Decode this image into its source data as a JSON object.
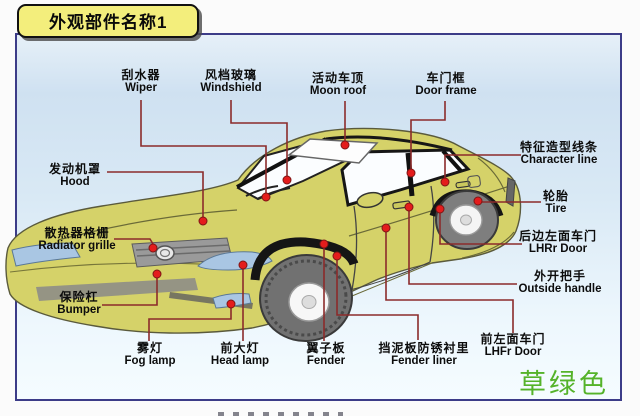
{
  "header": {
    "title": "外观部件名称1"
  },
  "note": {
    "text": "草绿色"
  },
  "colors": {
    "badge_bg": "#f3ee7c",
    "frame_border": "#3c3c88",
    "background_top": "#cfe1f1",
    "background_bottom": "#f5fcff",
    "car_body": "#d5d269",
    "glass_blue": "#a9c6e3",
    "leader_line": "#8b2b2b",
    "marker_dot": "#e41c1c",
    "note_green": "#55b32a"
  },
  "diagram": {
    "type": "labeled-parts-diagram",
    "subject": "sedan exterior",
    "labels": [
      {
        "zh": "刮水器",
        "en": "Wiper"
      },
      {
        "zh": "风档玻璃",
        "en": "Windshield"
      },
      {
        "zh": "活动车顶",
        "en": "Moon roof"
      },
      {
        "zh": "车门框",
        "en": "Door frame"
      },
      {
        "zh": "特征造型线条",
        "en": "Character line"
      },
      {
        "zh": "轮胎",
        "en": "Tire"
      },
      {
        "zh": "后边左面车门",
        "en": "LHRr Door"
      },
      {
        "zh": "外开把手",
        "en": "Outside handle"
      },
      {
        "zh": "发动机罩",
        "en": "Hood"
      },
      {
        "zh": "散热器格栅",
        "en": "Radiator grille"
      },
      {
        "zh": "保险杠",
        "en": "Bumper"
      },
      {
        "zh": "雾灯",
        "en": "Fog lamp"
      },
      {
        "zh": "前大灯",
        "en": "Head lamp"
      },
      {
        "zh": "翼子板",
        "en": "Fender"
      },
      {
        "zh": "挡泥板防锈衬里",
        "en": "Fender liner"
      },
      {
        "zh": "前左面车门",
        "en": "LHFr Door"
      }
    ]
  }
}
